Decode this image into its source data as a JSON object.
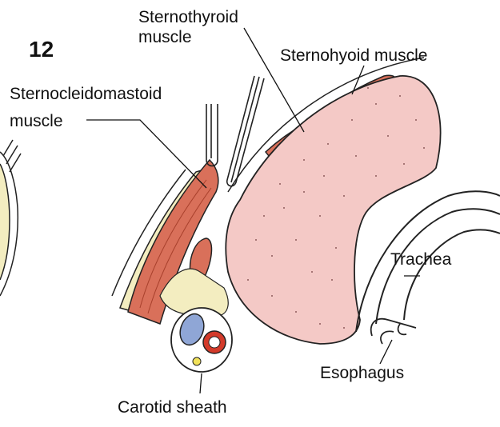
{
  "figure_number": "12",
  "labels": {
    "sternothyroid_line1": "Sternothyroid",
    "sternothyroid_line2": "muscle",
    "sternohyoid": "Sternohyoid muscle",
    "scm_line1": "Sternocleidomastoid",
    "scm_line2": "muscle",
    "trachea": "Trachea",
    "esophagus": "Esophagus",
    "carotid_sheath": "Carotid sheath"
  },
  "colors": {
    "muscle": "#d9705a",
    "thyroid": "#f4c9c6",
    "fat": "#f3edc0",
    "artery": "#d33a2a",
    "vein": "#8fa6d6",
    "nerve": "#f2e25a",
    "outline": "#222222"
  }
}
